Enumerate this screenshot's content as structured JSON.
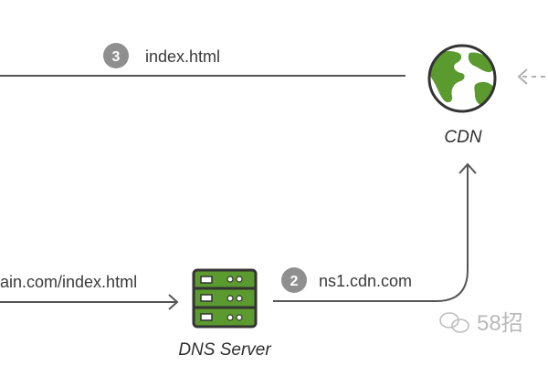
{
  "steps": {
    "step3": {
      "num": "3",
      "label": "index.html"
    },
    "step2": {
      "num": "2",
      "label": "ns1.cdn.com"
    }
  },
  "left_request": {
    "label": "ain.com/index.html"
  },
  "nodes": {
    "cdn": {
      "label": "CDN",
      "icon": "globe-icon"
    },
    "dns": {
      "label": "DNS Server",
      "icon": "server-icon"
    }
  },
  "watermark": {
    "text": "58招"
  },
  "colors": {
    "line": "#555555",
    "badge": "#8f8f8f",
    "globe_land": "#5b9a2e",
    "server_fill": "#5b9a2e",
    "dashed_arrow": "#b0b0b0"
  }
}
